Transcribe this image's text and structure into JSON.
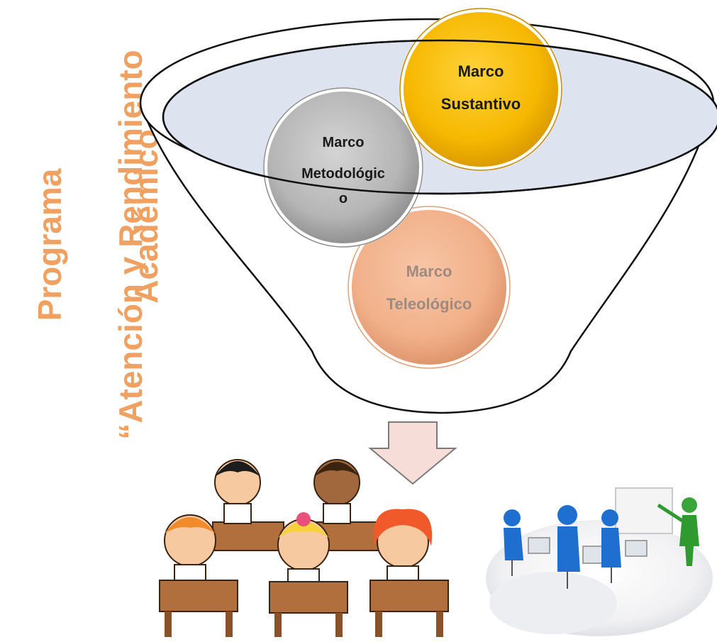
{
  "program": {
    "line1": "Programa",
    "line2": "“Atención y Rendimiento",
    "line3": "Académico"
  },
  "circles": {
    "sustantivo": {
      "line1": "Marco",
      "line2": "Sustantivo",
      "color": "#f7b900"
    },
    "metodologico": {
      "line1": "Marco",
      "line2": "Metodológic",
      "line3": "o",
      "color": "#b9b9b9"
    },
    "teleologico": {
      "line1": "Marco",
      "line2": "Teleológico",
      "color": "#f2b48e"
    }
  },
  "colors": {
    "title": "#f0a060",
    "funnel_inner": "#dde3ef",
    "arrow_fill": "#f6ddd7",
    "arrow_stroke": "#7a7a7a"
  }
}
